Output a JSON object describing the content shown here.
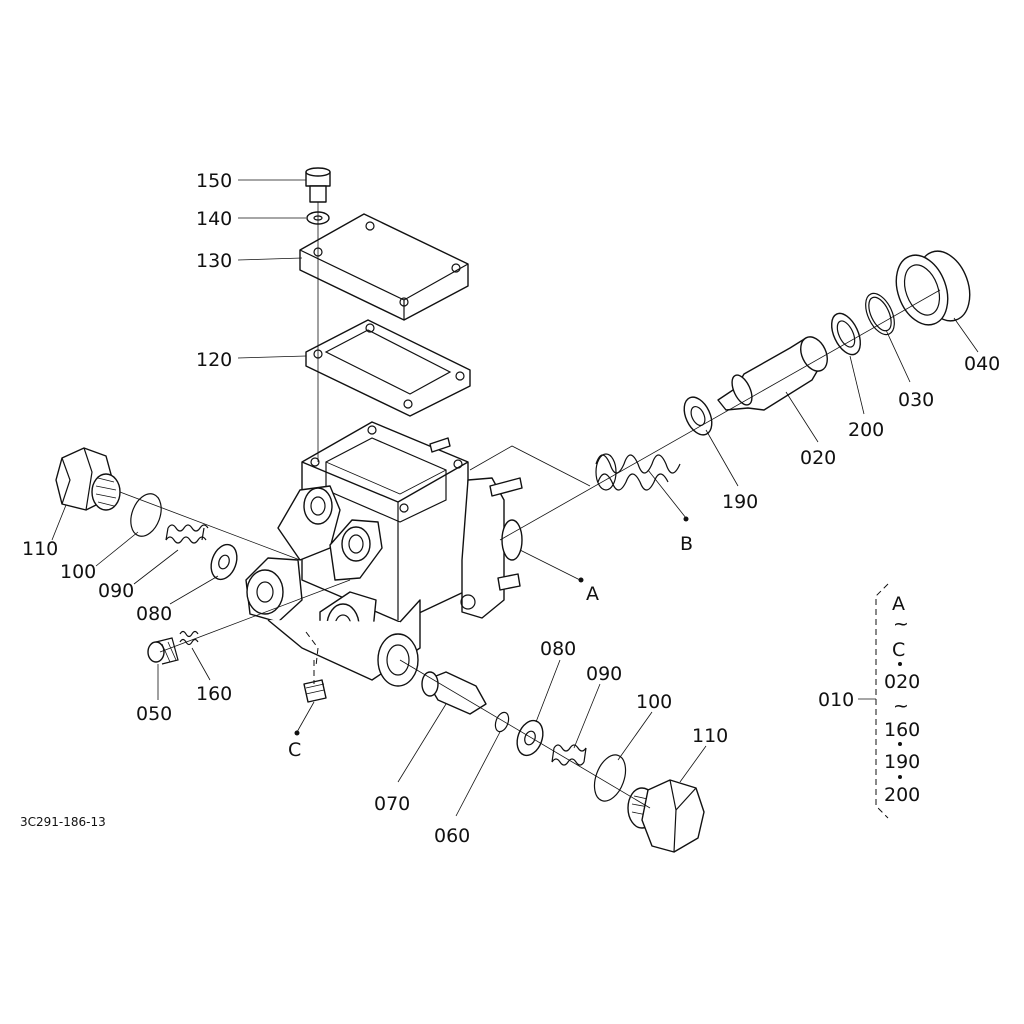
{
  "drawing_code": "3C291-186-13",
  "callouts": {
    "c150": "150",
    "c140": "140",
    "c130": "130",
    "c120": "120",
    "c110_left": "110",
    "c100_left": "100",
    "c090_left": "090",
    "c080_left": "080",
    "c050": "050",
    "c160": "160",
    "c_C": "C",
    "c070": "070",
    "c060": "060",
    "c080_right": "080",
    "c090_right": "090",
    "c100_right": "100",
    "c110_right": "110",
    "c_A": "A",
    "c_B": "B",
    "c190": "190",
    "c020": "020",
    "c200": "200",
    "c030": "030",
    "c040": "040"
  },
  "kit_legend": {
    "assembly_no": "010",
    "lines": [
      "A",
      "~",
      "C",
      "020",
      "~",
      "160",
      "190",
      "200"
    ]
  }
}
